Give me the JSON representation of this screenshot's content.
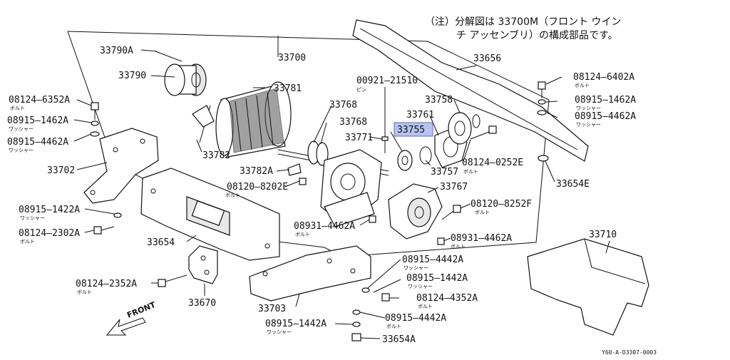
{
  "note": {
    "line1": "（注）分解図は 33700M（フロント ウイン",
    "line2": "チ アッセンブリ）の構成部品です。"
  },
  "front_label": "FRONT",
  "reference": "Y60-A-D3307-0003",
  "highlighted_part": "33755",
  "parts": {
    "p33790A": "33790A",
    "p33790": "33790",
    "p33700": "33700",
    "p33781": "33781",
    "p08124_6352A": "08124–6352A",
    "p08915_1462A_l": "08915–1462A",
    "p08915_4462A_l": "08915–4462A",
    "p33702": "33702",
    "p33782": "33782",
    "p33768a": "33768",
    "p33768b": "33768",
    "p33782A": "33782A",
    "p08120_8202E": "08120–8202E",
    "p08915_1422A": "08915–1422A",
    "p08124_2302A": "08124–2302A",
    "p33654": "33654",
    "p08124_2352A": "08124–2352A",
    "p33670": "33670",
    "p00921_21510": "00921–21510",
    "p33771": "33771",
    "p33755": "33755",
    "p33761": "33761",
    "p33758": "33758",
    "p33757": "33757",
    "p33767": "33767",
    "p08931_4462A_l": "08931–4462A",
    "p08931_4462A_r": "08931–4462A",
    "p08120_8252F": "08120–8252F",
    "p33656": "33656",
    "p08124_6402A": "08124–6402A",
    "p08915_1462A_r": "08915–1462A",
    "p08915_4462A_r": "08915–4462A",
    "p08124_0252E": "08124–0252E",
    "p33654E": "33654E",
    "p33710": "33710",
    "p08915_4442A_a": "08915–4442A",
    "p08915_1442A_a": "08915–1442A",
    "p08124_4352A": "08124–4352A",
    "p08915_4442A_b": "08915–4442A",
    "p08915_1442A_b": "08915–1442A",
    "p33703": "33703",
    "p33654A": "33654A"
  },
  "japanese_tags": {
    "bolt": "ボルト",
    "washer": "ワッシャー",
    "pin": "ピン"
  }
}
